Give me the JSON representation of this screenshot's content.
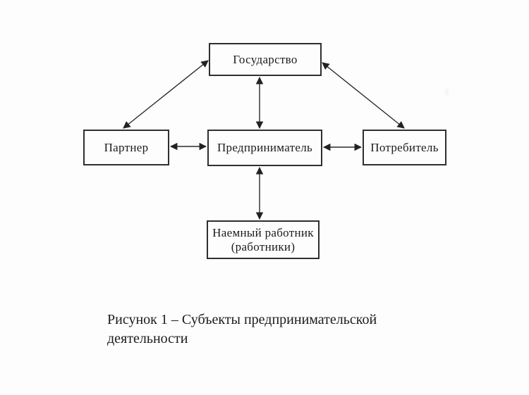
{
  "diagram": {
    "title": "Субъекты предпринимательской деятельности",
    "nodes": {
      "state": {
        "label": "Государство"
      },
      "partner": {
        "label": "Партнер"
      },
      "entrepreneur": {
        "label": "Предприниматель"
      },
      "consumer": {
        "label": "Потребитель"
      },
      "worker": {
        "label_line1": "Наемный работник",
        "label_line2": "(работники)"
      }
    },
    "edges": [
      {
        "from": "partner",
        "to": "state",
        "bidirectional": true,
        "shape": "diagonal"
      },
      {
        "from": "state",
        "to": "entrepreneur",
        "bidirectional": true,
        "shape": "vertical"
      },
      {
        "from": "state",
        "to": "consumer",
        "bidirectional": true,
        "shape": "diagonal"
      },
      {
        "from": "partner",
        "to": "entrepreneur",
        "bidirectional": true,
        "shape": "horizontal"
      },
      {
        "from": "entrepreneur",
        "to": "consumer",
        "bidirectional": true,
        "shape": "horizontal"
      },
      {
        "from": "entrepreneur",
        "to": "worker",
        "bidirectional": true,
        "shape": "vertical"
      }
    ],
    "caption": "Рисунок 1 – Субъекты предпринимательской деятельности"
  },
  "colors": {
    "background": "#fdfdfd",
    "line": "#2b2b2b",
    "box_border": "#2f2f2f",
    "text": "#1b1b1b"
  }
}
